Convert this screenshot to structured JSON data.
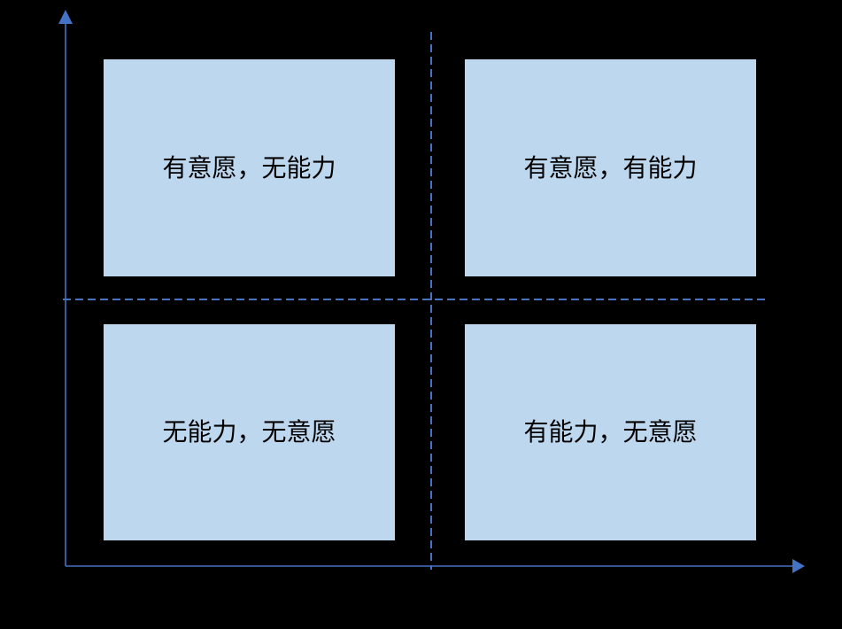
{
  "diagram": {
    "type": "quadrant-matrix",
    "background_color": "#000000",
    "box_fill_color": "#BDD7EE",
    "label_text_color": "#000000",
    "axis_color": "#4472C4",
    "dashed_line_color": "#4472C4",
    "quadrants": {
      "top_left": {
        "label": "有意愿，无能力"
      },
      "top_right": {
        "label": "有意愿，有能力"
      },
      "bottom_left": {
        "label": "无能力，无意愿"
      },
      "bottom_right": {
        "label": "有能力，无意愿"
      }
    }
  }
}
